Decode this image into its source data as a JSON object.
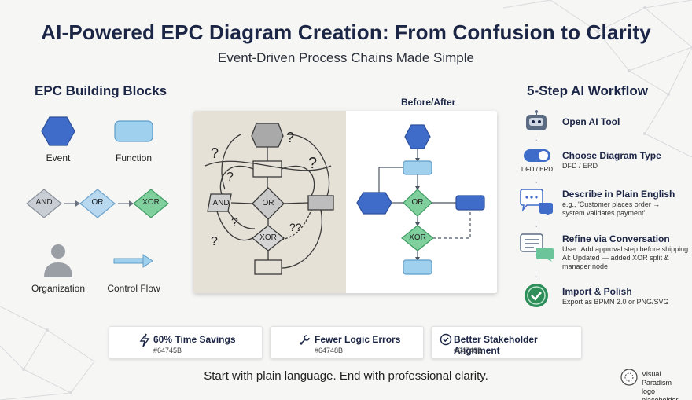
{
  "header": {
    "title": "AI-Powered EPC Diagram Creation: From Confusion to Clarity",
    "subtitle": "Event-Driven Process Chains Made Simple"
  },
  "building_blocks": {
    "heading": "EPC Building Blocks",
    "event_label": "Event",
    "function_label": "Function",
    "and_label": "AND",
    "or_label": "OR",
    "xor_label": "XOR",
    "organization_label": "Organization",
    "control_flow_label": "Control Flow"
  },
  "before_after": {
    "heading": "Before/After",
    "before": {
      "and_label": "AND",
      "or_label": "OR",
      "xor_label": "XOR",
      "marks": [
        "?",
        "?",
        "?",
        "?",
        "?",
        "?",
        "??"
      ]
    },
    "after": {
      "or_label": "OR",
      "xor_label": "XOR"
    }
  },
  "workflow": {
    "heading": "5-Step AI Workflow",
    "steps": [
      {
        "title": "Open AI Tool",
        "desc": []
      },
      {
        "title": "Choose Diagram Type",
        "desc": [
          "DFD / ERD"
        ],
        "icon_caption": "DFD / ERD"
      },
      {
        "title": "Describe in Plain English",
        "desc": [
          "e.g., 'Customer places order →",
          "system validates payment'"
        ]
      },
      {
        "title": "Refine via Conversation",
        "desc": [
          "User: Add approval step before shipping",
          "AI: Updated — added XOR split &",
          "manager node"
        ]
      },
      {
        "title": "Import & Polish",
        "desc": [
          "Export as BPMN 2.0 or PNG/SVG"
        ]
      }
    ]
  },
  "stats": [
    {
      "title": "60% Time Savings",
      "sub": "#64745B",
      "icon": "lightning-icon"
    },
    {
      "title": "Fewer Logic Errors",
      "sub": "#64748B",
      "icon": "wrench-icon"
    },
    {
      "title": "Better Stakeholder Alignment",
      "sub": "#64748B",
      "icon": "check-circle-icon"
    }
  ],
  "footer": {
    "tagline": "Start with plain language. End with professional clarity.",
    "logo_line1": "Visual Paradism",
    "logo_line2": "logo placeholder"
  },
  "colors": {
    "event": "#3f6cc9",
    "function": "#9fd0ee",
    "gateway_gray": "#c9cdd4",
    "gateway_blue": "#b8d8ef",
    "gateway_green": "#7fd09d",
    "navy": "#1b2545"
  }
}
